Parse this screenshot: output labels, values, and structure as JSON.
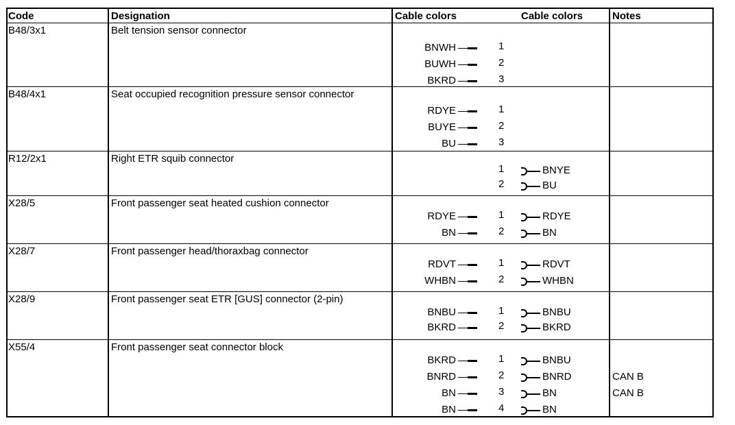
{
  "headers": {
    "code": "Code",
    "designation": "Designation",
    "cable_colors_left": "Cable colors",
    "cable_colors_right": "Cable colors",
    "notes": "Notes"
  },
  "rows": [
    {
      "code": "B48/3x1",
      "designation": "Belt tension sensor connector",
      "pins": [
        {
          "left": "BNWH",
          "pin": "1",
          "right": "",
          "note": ""
        },
        {
          "left": "BUWH",
          "pin": "2",
          "right": "",
          "note": ""
        },
        {
          "left": "BKRD",
          "pin": "3",
          "right": "",
          "note": ""
        }
      ]
    },
    {
      "code": "B48/4x1",
      "designation": "Seat occupied recognition pressure sensor connector",
      "pins": [
        {
          "left": "RDYE",
          "pin": "1",
          "right": "",
          "note": ""
        },
        {
          "left": "BUYE",
          "pin": "2",
          "right": "",
          "note": ""
        },
        {
          "left": "BU",
          "pin": "3",
          "right": "",
          "note": ""
        }
      ]
    },
    {
      "code": "R12/2x1",
      "designation": "Right ETR squib connector",
      "pins": [
        {
          "left": "",
          "pin": "1",
          "right": "BNYE",
          "note": ""
        },
        {
          "left": "",
          "pin": "2",
          "right": "BU",
          "note": ""
        }
      ]
    },
    {
      "code": "X28/5",
      "designation": "Front passenger seat heated cushion connector",
      "pins": [
        {
          "left": "RDYE",
          "pin": "1",
          "right": "RDYE",
          "note": ""
        },
        {
          "left": "BN",
          "pin": "2",
          "right": "BN",
          "note": ""
        }
      ]
    },
    {
      "code": "X28/7",
      "designation": "Front passenger head/thoraxbag connector",
      "pins": [
        {
          "left": "RDVT",
          "pin": "1",
          "right": "RDVT",
          "note": ""
        },
        {
          "left": "WHBN",
          "pin": "2",
          "right": "WHBN",
          "note": ""
        }
      ]
    },
    {
      "code": "X28/9",
      "designation": "Front passenger seat ETR [GUS] connector (2-pin)",
      "pins": [
        {
          "left": "BNBU",
          "pin": "1",
          "right": "BNBU",
          "note": ""
        },
        {
          "left": "BKRD",
          "pin": "2",
          "right": "BKRD",
          "note": ""
        }
      ]
    },
    {
      "code": "X55/4",
      "designation": "Front passenger seat connector block",
      "pins": [
        {
          "left": "BKRD",
          "pin": "1",
          "right": "BNBU",
          "note": ""
        },
        {
          "left": "BNRD",
          "pin": "2",
          "right": "BNRD",
          "note": "CAN B"
        },
        {
          "left": "BN",
          "pin": "3",
          "right": "BN",
          "note": "CAN B"
        },
        {
          "left": "BN",
          "pin": "4",
          "right": "BN",
          "note": ""
        }
      ]
    }
  ]
}
